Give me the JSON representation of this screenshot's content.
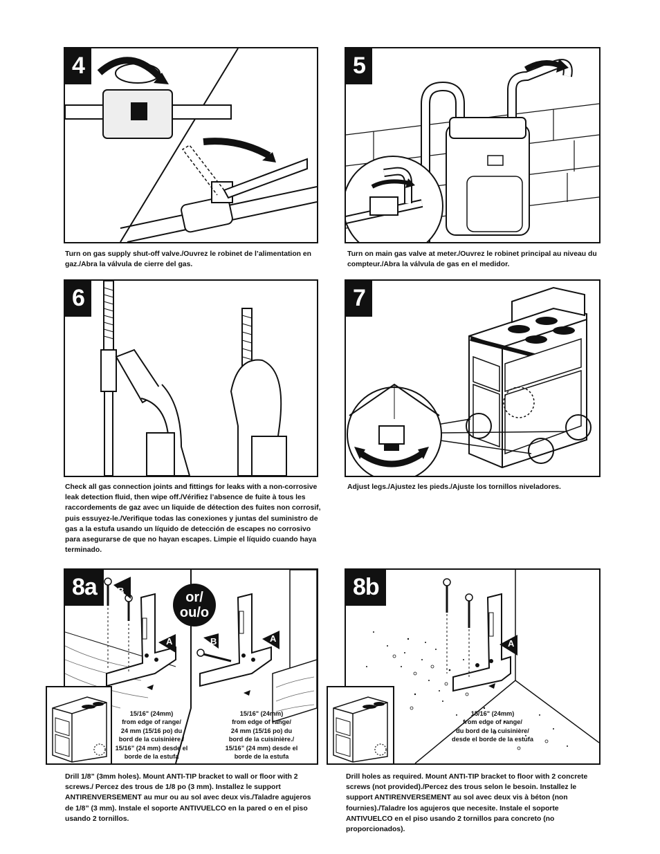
{
  "steps": {
    "s4": {
      "number": "4",
      "caption": "Turn on gas supply shut-off valve./Ouvrez le robinet de l’alimentation en gaz./Abra la válvula de cierre del gas."
    },
    "s5": {
      "number": "5",
      "caption": "Turn on main gas valve at meter./Ouvrez le robinet principal au niveau du compteur./Abra la válvula de gas en el medidor."
    },
    "s6": {
      "number": "6",
      "caption": "Check all gas connection joints and fittings for leaks with a non-corrosive leak detection fluid, then wipe off./Vérifiez l’absence de fuite à tous les raccordements de gaz avec un liquide de détection des fuites non corrosif, puis essuyez-le./Verifique todas las conexiones y juntas del suministro de gas a la estufa usando un líquido de detección de escapes no corrosivo para asegurarse de que no hayan escapes. Limpie el líquido cuando haya terminado."
    },
    "s7": {
      "number": "7",
      "caption": "Adjust legs./Ajustez les pieds./Ajuste los tornillos niveladores."
    },
    "s8a": {
      "number": "8a",
      "or_line1": "or/",
      "or_line2": "ou/o",
      "label_a": "A",
      "label_b": "B",
      "measure_left": "15/16\" (24mm)\nfrom edge of range/\n24 mm (15/16 po) du\nbord de la cuisinière./\n15/16” (24 mm) desde el\nborde de la estufa",
      "measure_right": "15/16\" (24mm)\nfrom edge of range/\n24 mm (15/16 po) du\nbord de la cuisinière./\n15/16” (24 mm) desde el\nborde de la estufa",
      "caption": "Drill 1/8” (3mm holes). Mount ANTI-TIP bracket to wall or floor with 2 screws./ Percez des trous de 1/8 po (3 mm). Installez le support ANTIRENVERSEMENT au mur ou au sol avec deux vis./Taladre agujeros de 1/8” (3 mm). Instale el soporte ANTIVUELCO en la pared o en el piso usando 2 tornillos."
    },
    "s8b": {
      "number": "8b",
      "label_a": "A",
      "measure": "15/16\" (24mm)\nfrom edge of range/\ndu bord de la cuisinière/\ndesde el borde de la estufa",
      "caption": "Drill holes as required. Mount ANTI-TIP bracket to floor with 2 concrete screws (not provided)./Percez des trous selon le besoin. Installez le support ANTIRENVERSEMENT au sol avec deux vis à béton (non fournies)./Taladre los agujeros que necesite. Instale el soporte ANTIVUELCO en el piso usando 2 tornillos para concreto (no proporcionados)."
    }
  }
}
